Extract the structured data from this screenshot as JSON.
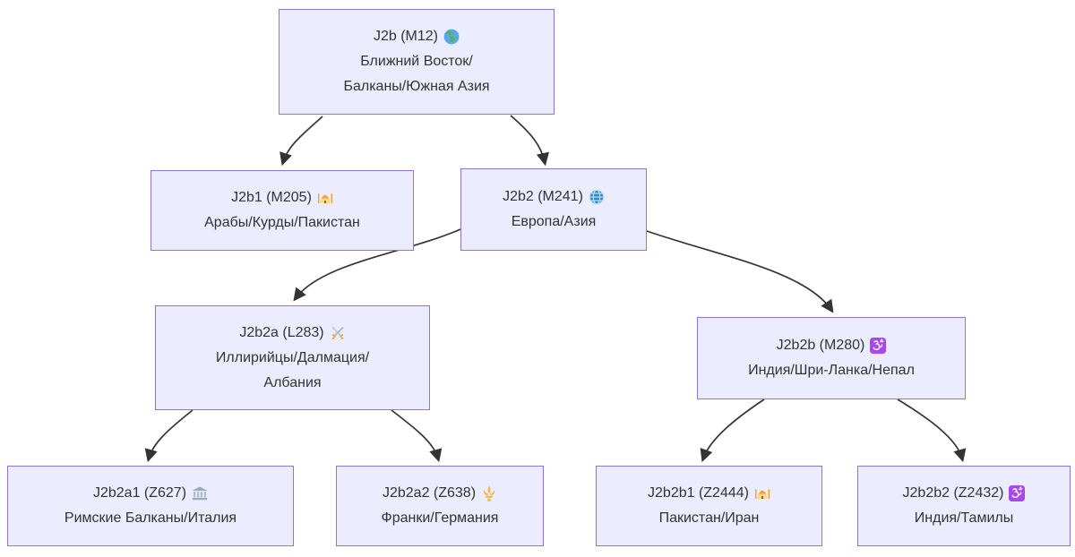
{
  "diagram": {
    "kind": "haplogroup-tree-flowchart",
    "direction": "top-down"
  },
  "colors": {
    "node_fill": "#ECECFF",
    "node_border": "#9370DB",
    "edge_color": "#333333",
    "text_color": "#333333",
    "background": "#FFFFFF"
  },
  "nodes": [
    {
      "id": "j2b",
      "title": "J2b (M12)",
      "icon": "🌍",
      "line2": "Ближний Восток/",
      "line3": "Балканы/Южная Азия"
    },
    {
      "id": "j2b1",
      "title": "J2b1 (M205)",
      "icon": "🕌",
      "line2": "Арабы/Курды/Пакистан"
    },
    {
      "id": "j2b2",
      "title": "J2b2 (M241)",
      "icon": "🌐",
      "line2": "Европа/Азия"
    },
    {
      "id": "j2b2a",
      "title": "J2b2a (L283)",
      "icon": "⚔️",
      "line2": "Иллирийцы/Далмация/",
      "line3": "Албания"
    },
    {
      "id": "j2b2b",
      "title": "J2b2b (M280)",
      "icon": "🕉️",
      "line2": "Индия/Шри-Ланка/Непал"
    },
    {
      "id": "j2b2a1",
      "title": "J2b2a1 (Z627)",
      "icon": "🏛️",
      "line2": "Римские Балканы/Италия"
    },
    {
      "id": "j2b2a2",
      "title": "J2b2a2 (Z638)",
      "icon": "⚜️",
      "line2": "Франки/Германия"
    },
    {
      "id": "j2b2b1",
      "title": "J2b2b1 (Z2444)",
      "icon": "🕌",
      "line2": "Пакистан/Иран"
    },
    {
      "id": "j2b2b2",
      "title": "J2b2b2 (Z2432)",
      "icon": "🕉️",
      "line2": "Индия/Тамилы"
    }
  ],
  "edges": [
    {
      "from": "j2b",
      "to": "j2b1"
    },
    {
      "from": "j2b",
      "to": "j2b2"
    },
    {
      "from": "j2b2",
      "to": "j2b2a"
    },
    {
      "from": "j2b2",
      "to": "j2b2b"
    },
    {
      "from": "j2b2a",
      "to": "j2b2a1"
    },
    {
      "from": "j2b2a",
      "to": "j2b2a2"
    },
    {
      "from": "j2b2b",
      "to": "j2b2b1"
    },
    {
      "from": "j2b2b",
      "to": "j2b2b2"
    }
  ]
}
